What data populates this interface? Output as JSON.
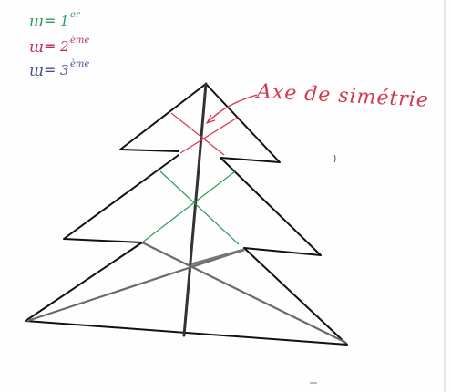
{
  "legend": [
    {
      "symbol": "ɯ",
      "equals": "=",
      "value": "1",
      "suffix": "er",
      "color": "#2a9c5a"
    },
    {
      "symbol": "ɯ",
      "equals": "=",
      "value": "2",
      "suffix": "ème",
      "color": "#c0304e"
    },
    {
      "symbol": "ɯ",
      "equals": "=",
      "value": "3",
      "suffix": "ème",
      "color": "#4a4f9c"
    }
  ],
  "axis_annotation": {
    "text": "Axe de simétrie",
    "color": "#d2394f"
  },
  "colors": {
    "outline": "#111111",
    "axis": "#333333",
    "first_level": "#2a9c5a",
    "second_level": "#c0304e",
    "third_level": "#4a4f9c",
    "pencil": "#6b6b6b"
  },
  "drawing_subject": "christmas-tree"
}
